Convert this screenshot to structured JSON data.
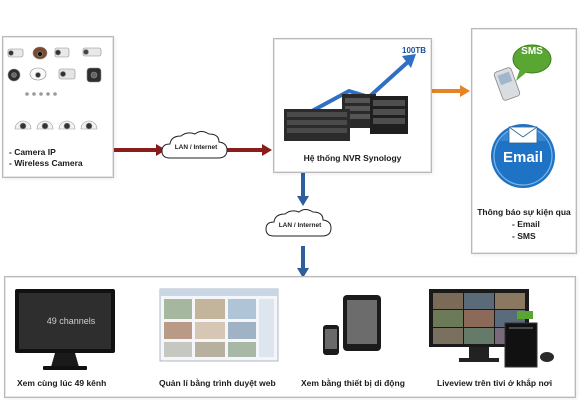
{
  "cameras": {
    "line1": "- Camera IP",
    "line2": "- Wireless Camera"
  },
  "network": {
    "cloud_label": "LAN / Internet"
  },
  "nvr": {
    "title": "Hệ thống NVR Synology",
    "capacity_label": "100TB"
  },
  "notification": {
    "sms_label": "SMS",
    "email_label": "Email",
    "title": "Thông báo sự kiện qua",
    "item1": "- Email",
    "item2": "- SMS"
  },
  "viewing": {
    "monitor_screen_text": "49 channels",
    "monitor_caption": "Xem cùng lúc 49 kênh",
    "browser_caption": "Quản lí bằng trình duyệt web",
    "mobile_caption": "Xem bằng thiết bị di động",
    "tv_caption": "Liveview trên tivi ở khắp nơi"
  },
  "colors": {
    "arrow_red": "#8b1c1c",
    "arrow_blue": "#2f5f9a",
    "arrow_orange": "#e58427",
    "sms_green": "#5aa632",
    "email_blue": "#1f73c4"
  }
}
